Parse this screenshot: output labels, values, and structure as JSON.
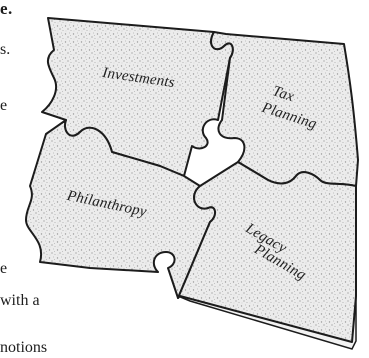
{
  "text_fragments": {
    "top": "e.",
    "line1": "s.",
    "line2": "e",
    "line3": "e",
    "line4": "with a",
    "line5": "notions"
  },
  "pieces": {
    "investments": "Investments",
    "tax_line1": "Tax",
    "tax_line2": "Planning",
    "philanthropy": "Philanthropy",
    "legacy_line1": "Legacy",
    "legacy_line2": "Planning"
  },
  "colors": {
    "piece_fill": "#ececec",
    "outline": "#1c1c1c",
    "text": "#222222"
  }
}
